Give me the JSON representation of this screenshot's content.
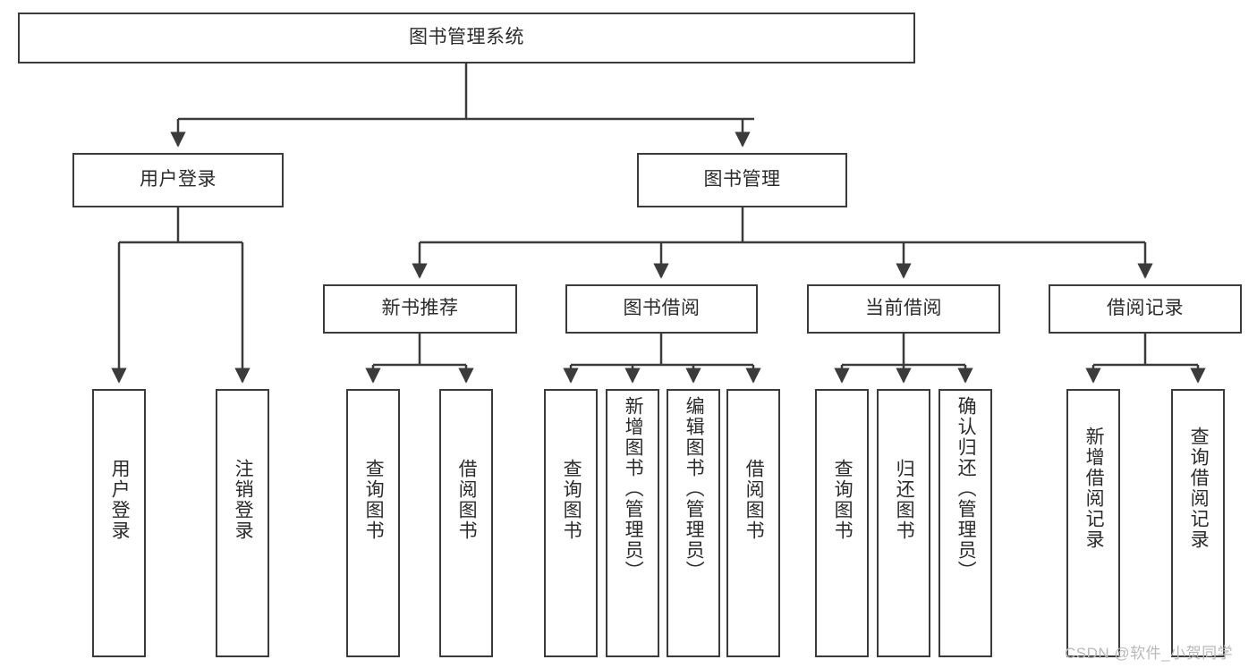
{
  "diagram": {
    "title": "图书管理系统",
    "background": "#ffffff",
    "stroke_color": "#3b3b3b",
    "text_color": "#2b2b2b",
    "type": "tree-hierarchy-diagram"
  },
  "nodes": {
    "root": {
      "label": "图书管理系统"
    },
    "level1": [
      {
        "label": "用户登录"
      },
      {
        "label": "图书管理"
      }
    ],
    "level2": [
      {
        "label": "新书推荐"
      },
      {
        "label": "图书借阅"
      },
      {
        "label": "当前借阅"
      },
      {
        "label": "借阅记录"
      }
    ],
    "leaves_user_login": [
      {
        "label": "用户登录"
      },
      {
        "label": "注销登录"
      }
    ],
    "leaves_new_book": [
      {
        "label": "查询图书"
      },
      {
        "label": "借阅图书"
      }
    ],
    "leaves_borrow": [
      {
        "label": "查询图书"
      },
      {
        "label": "新增图书（管理员）"
      },
      {
        "label": "编辑图书（管理员）"
      },
      {
        "label": "借阅图书"
      }
    ],
    "leaves_current": [
      {
        "label": "查询图书"
      },
      {
        "label": "归还图书"
      },
      {
        "label": "确认归还（管理员）"
      }
    ],
    "leaves_records": [
      {
        "label": "新增借阅记录"
      },
      {
        "label": "查询借阅记录"
      }
    ]
  },
  "watermark": {
    "text": "CSDN @软件_小贺同学"
  }
}
